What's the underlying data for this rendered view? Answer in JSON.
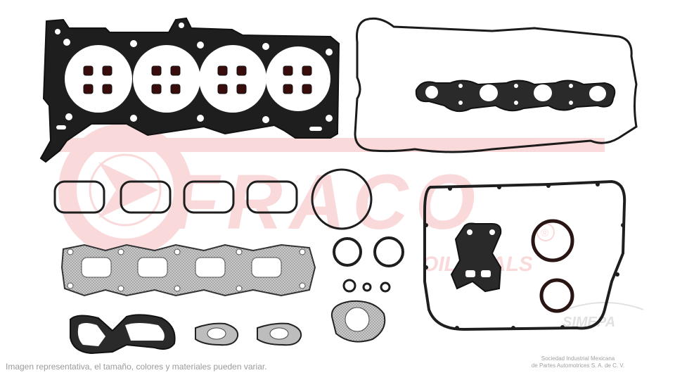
{
  "watermark": {
    "brand": "FRACO",
    "tagline": "OIL SEALS",
    "registered_mark": "®",
    "brand_color": "#e8333a",
    "second_logo": "SIMEPA"
  },
  "caption": {
    "disclaimer": "Imagen representativa, el tamaño, colores y materiales pueden variar.",
    "company_line1": "Sociedad Industrial Mexicana",
    "company_line2": "de Partes Automotrices S. A. de C. V."
  },
  "colors": {
    "gasket_outline": "#1b1b1b",
    "gasket_fill": "#cfcfcf",
    "gasket_dark": "#2a2a2a",
    "background": "#ffffff"
  }
}
